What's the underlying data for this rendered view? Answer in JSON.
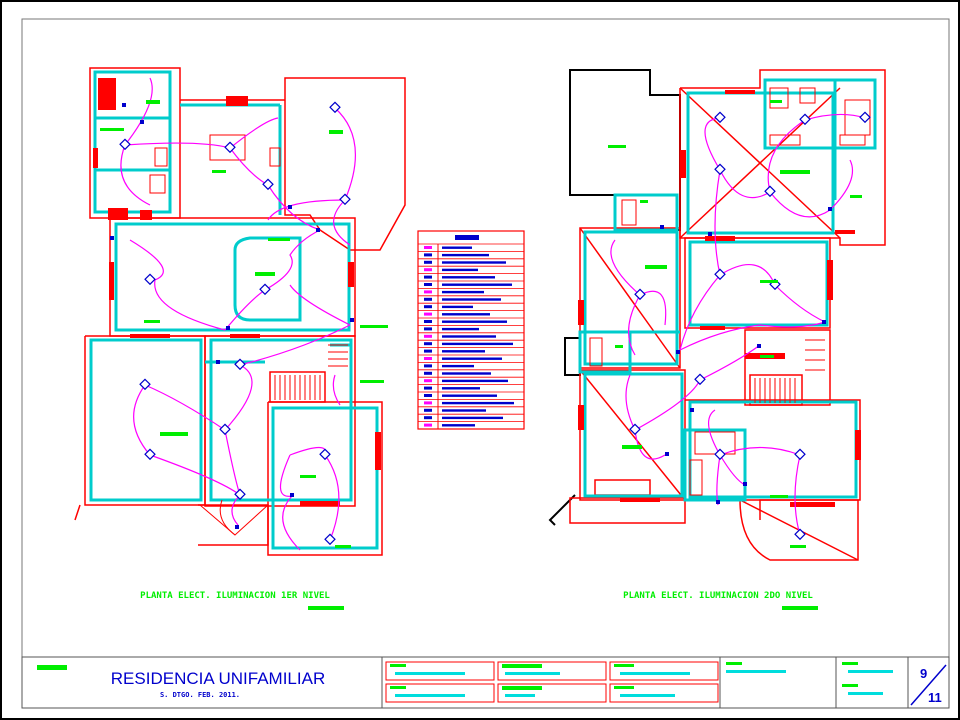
{
  "plans": {
    "first_floor_title": "PLANTA ELECT. ILUMINACION 1ER NIVEL",
    "second_floor_title": "PLANTA ELECT. ILUMINACION 2DO NIVEL"
  },
  "title_block": {
    "project_name": "RESIDENCIA UNIFAMILIAR",
    "location_date": "S. DTGO. FEB. 2011.",
    "sheet_number": "9",
    "sheet_total": "11"
  },
  "colors": {
    "wall": "#ff0000",
    "wall_inner": "#00ffff",
    "circuit": "#ff00ff",
    "fixture": "#0000cc",
    "label": "#00ee00",
    "frame": "#000000"
  }
}
